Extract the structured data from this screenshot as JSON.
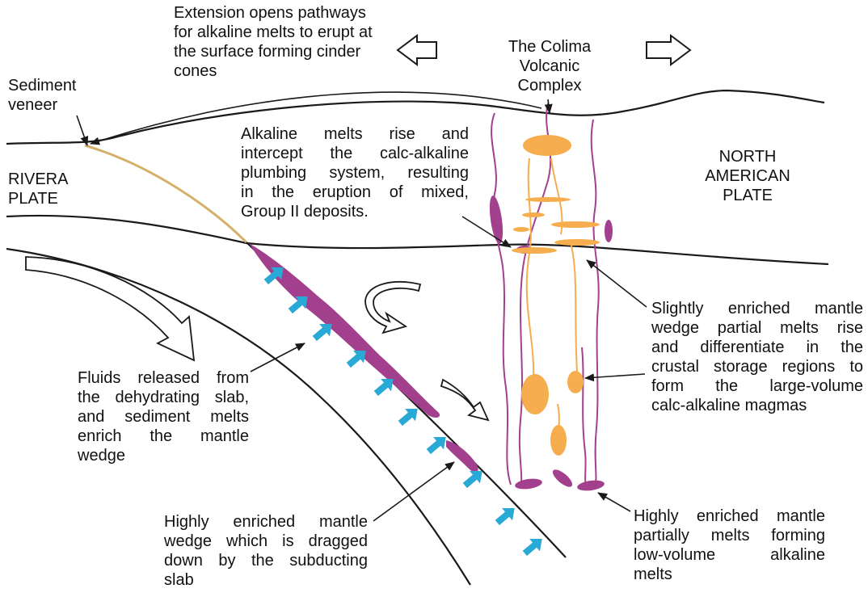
{
  "colors": {
    "outline": "#1a1a1a",
    "slab_surface": "#d4b06a",
    "enriched_mantle": "#a3408e",
    "fluid_arrows": "#29a9d6",
    "magma": "#f5ad4d",
    "background": "#ffffff"
  },
  "icons": [
    "extension-arrow-left-icon",
    "extension-arrow-right-icon",
    "mantle-flow-arrow-icon",
    "fluid-arrow-icon"
  ],
  "labels": {
    "extension": [
      "Extension opens pathways",
      "for alkaline melts to erupt at",
      "the surface forming cinder",
      "cones"
    ],
    "sediment_veneer": [
      "Sediment",
      "veneer"
    ],
    "volcano": [
      "The Colima",
      "Volcanic",
      "Complex"
    ],
    "rivera_plate": [
      "RIVERA",
      "PLATE"
    ],
    "north_american_plate": [
      "NORTH",
      "AMERICAN",
      "PLATE"
    ],
    "alkaline_rise": [
      "Alkaline melts rise and",
      "intercept the calc-alkaline",
      "plumbing system, resulting",
      "in the eruption of mixed,",
      "Group II deposits."
    ],
    "slightly_enriched": [
      "Slightly enriched mantle",
      "wedge partial melts rise",
      "and differentiate in the",
      "crustal storage regions to",
      "form the large-volume",
      "calc-alkaline magmas"
    ],
    "fluids": [
      "Fluids released from",
      "the dehydrating slab,",
      "and sediment melts",
      "enrich the mantle",
      "wedge"
    ],
    "highly_enriched_dragged": [
      "Highly enriched mantle",
      "wedge which is dragged",
      "down by the subducting",
      "slab"
    ],
    "highly_enriched_melts": [
      "Highly enriched mantle",
      "partially melts forming",
      "low-volume alkaline",
      "melts"
    ]
  }
}
